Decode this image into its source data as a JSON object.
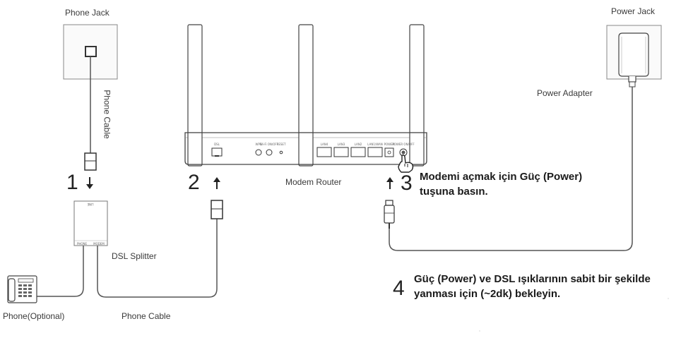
{
  "labels": {
    "phone_jack": "Phone Jack",
    "phone_cable_vertical": "Phone Cable",
    "power_jack": "Power Jack",
    "power_adapter": "Power Adapter",
    "modem_router": "Modem Router",
    "dsl_splitter": "DSL Splitter",
    "phone_optional": "Phone(Optional)",
    "phone_cable_bottom": "Phone Cable"
  },
  "splitter": {
    "line": "LINE",
    "phone": "PHONE",
    "modem": "MODEM"
  },
  "router_ports": {
    "dsl": "DSL",
    "wps": "WPS",
    "wifi": "Wi-Fi ON/OFF",
    "reset": "RESET",
    "lan4": "LAN4",
    "lan3": "LAN3",
    "lan2": "LAN2",
    "lan1": "LAN1/WAN",
    "power": "POWER",
    "power_onoff": "POWER ON/OFF"
  },
  "steps": {
    "step1": "1",
    "step2": "2",
    "step3": "3",
    "step4": "4"
  },
  "instructions": {
    "step3_line1": "Modemi açmak için Güç (Power)",
    "step3_line2": "tuşuna basın.",
    "step4_line1": "Güç (Power) ve DSL ışıklarının sabit bir şekilde",
    "step4_line2": "yanması için (~2dk) bekleyin."
  }
}
